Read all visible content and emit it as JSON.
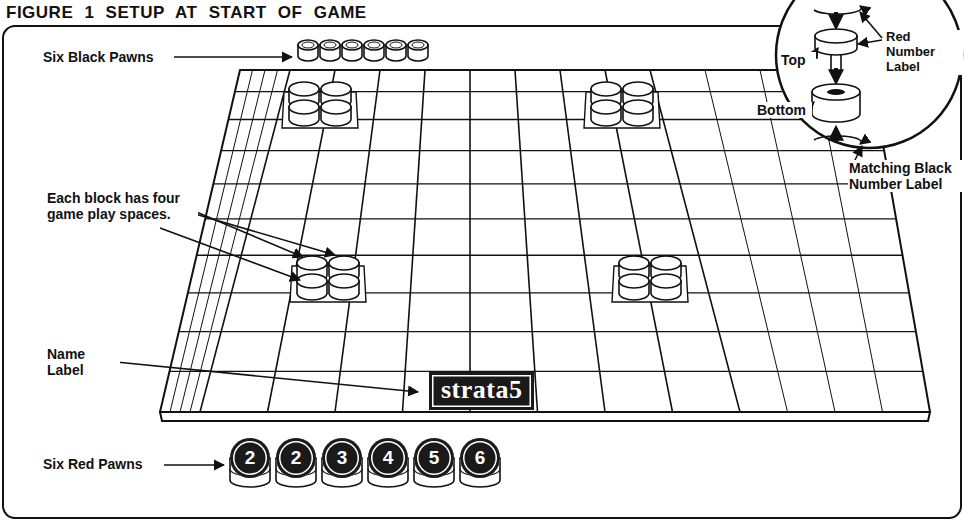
{
  "diagram": {
    "title": "FIGURE 1 SETUP AT START OF GAME",
    "nodes": [
      {
        "text": [
          "strata5"
        ]
      },
      {
        "text": [
          "2"
        ]
      },
      {
        "text": [
          "2"
        ]
      },
      {
        "text": [
          "3"
        ]
      },
      {
        "text": [
          "4"
        ]
      },
      {
        "text": [
          "5"
        ]
      },
      {
        "text": [
          "6"
        ]
      }
    ],
    "labels": [
      "Six Black Pawns",
      "Top",
      "Red Number Label",
      "Bottom",
      "Matching Black Number Label",
      "Each block has four game play spaces.",
      "Name Label",
      "Six Red Pawns"
    ]
  }
}
